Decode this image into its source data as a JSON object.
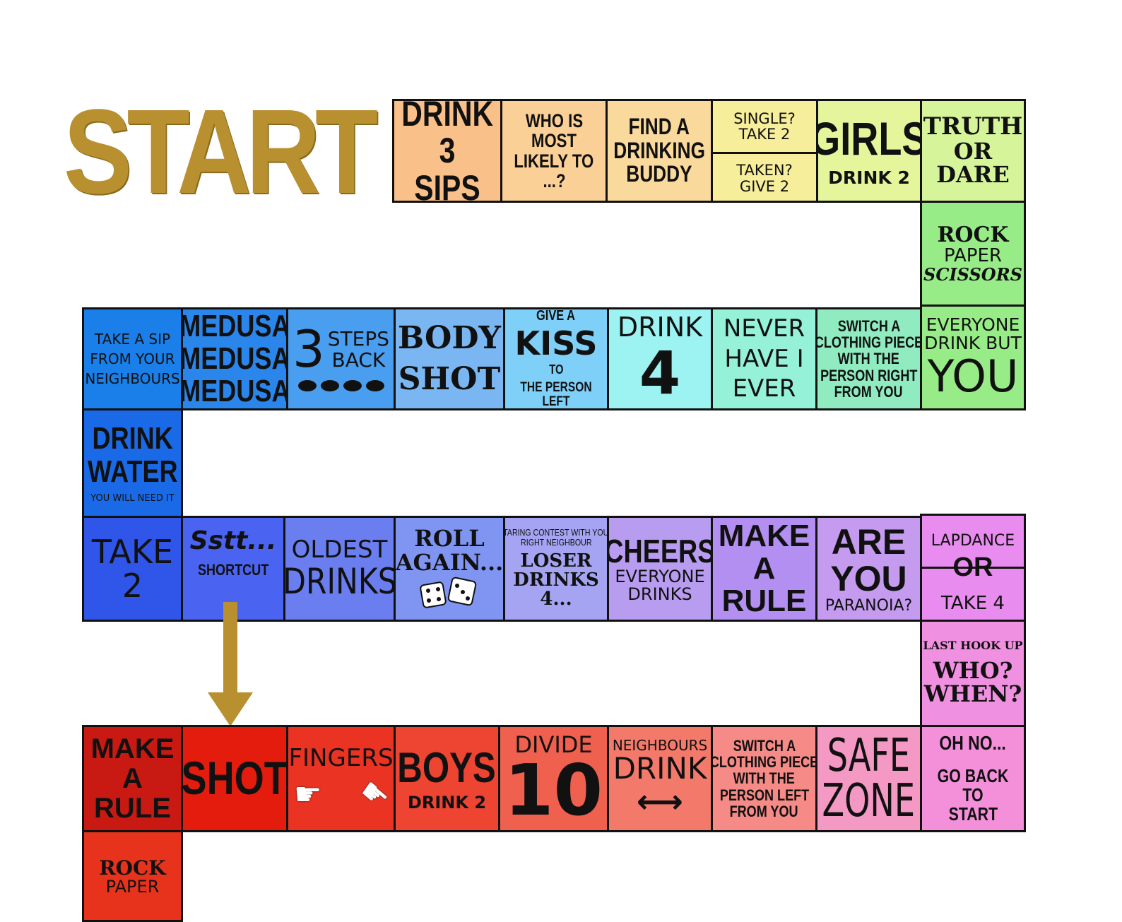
{
  "start_label": "START",
  "row1": {
    "drink3": [
      "DRINK",
      "3 SIPS"
    ],
    "who_likely": [
      "WHO IS",
      "MOST",
      "LIKELY TO",
      "...?"
    ],
    "buddy": [
      "FIND A",
      "DRINKING",
      "BUDDY"
    ],
    "single": [
      "SINGLE?",
      "TAKE 2"
    ],
    "taken": [
      "TAKEN?",
      "GIVE 2"
    ],
    "girls": [
      "GIRLS",
      "DRINK 2"
    ],
    "truth": [
      "TRUTH",
      "OR",
      "DARE"
    ]
  },
  "rps1": [
    "ROCK",
    "PAPER",
    "SCISSORS"
  ],
  "row2": {
    "sip": [
      "TAKE A SIP",
      "FROM YOUR",
      "NEIGHBOURS"
    ],
    "medusa": [
      "MEDUSA",
      "MEDUSA",
      "MEDUSA"
    ],
    "steps": [
      "3",
      "STEPS",
      "BACK"
    ],
    "body": [
      "BODY",
      "SHOT"
    ],
    "kiss": [
      "GIVE A",
      "KISS",
      "TO",
      "THE PERSON LEFT"
    ],
    "drink4": [
      "DRINK",
      "4"
    ],
    "never": [
      "NEVER",
      "HAVE I",
      "EVER"
    ],
    "switch_right": [
      "SWITCH A",
      "CLOTHING PIECE",
      "WITH THE",
      "PERSON RIGHT",
      "FROM YOU"
    ],
    "everyone": [
      "EVERYONE",
      "DRINK BUT",
      "YOU"
    ]
  },
  "water": [
    "DRINK",
    "WATER",
    "YOU WILL NEED IT"
  ],
  "row3": {
    "take2": [
      "TAKE",
      "2"
    ],
    "sstt": [
      "Sstt...",
      "SHORTCUT"
    ],
    "oldest": [
      "OLDEST",
      "DRINKS"
    ],
    "roll": [
      "ROLL",
      "AGAIN..."
    ],
    "staring": [
      "STARING CONTEST WITH YOUR",
      "RIGHT NEIGHBOUR",
      "LOSER",
      "DRINKS",
      "4..."
    ],
    "cheers": [
      "CHEERS",
      "EVERYONE",
      "DRINKS"
    ],
    "make_rule": [
      "MAKE",
      "A",
      "RULE"
    ],
    "paranoia": [
      "ARE",
      "YOU",
      "PARANOIA?"
    ],
    "lapdance": [
      "LAPDANCE",
      "OR",
      "TAKE 4"
    ]
  },
  "hookup": [
    "LAST HOOK UP",
    "WHO?",
    "WHEN?"
  ],
  "row4": {
    "make_rule": [
      "MAKE",
      "A",
      "RULE"
    ],
    "shot": "SHOT",
    "fingers": "FINGERS",
    "boys": [
      "BOYS",
      "DRINK 2"
    ],
    "divide": [
      "DIVIDE",
      "10"
    ],
    "neighbours": [
      "NEIGHBOURS",
      "DRINK",
      "⟷"
    ],
    "switch_left": [
      "SWITCH A",
      "CLOTHING PIECE",
      "WITH THE",
      "PERSON LEFT",
      "FROM YOU"
    ],
    "safe": [
      "SAFE",
      "ZONE"
    ],
    "ohno": [
      "OH NO...",
      "GO BACK TO",
      "START"
    ]
  },
  "rps2": [
    "ROCK",
    "PAPER"
  ],
  "colors": {
    "gold": "#b8902f",
    "orange": "#f9c08a",
    "lime": "#d6f59a",
    "green": "#98ec88",
    "cyan": "#9df3f2",
    "blue": "#3a8ce8",
    "indigo": "#4a63f0",
    "violet": "#b79cf0",
    "pink": "#f090e0",
    "red": "#e8331c"
  }
}
